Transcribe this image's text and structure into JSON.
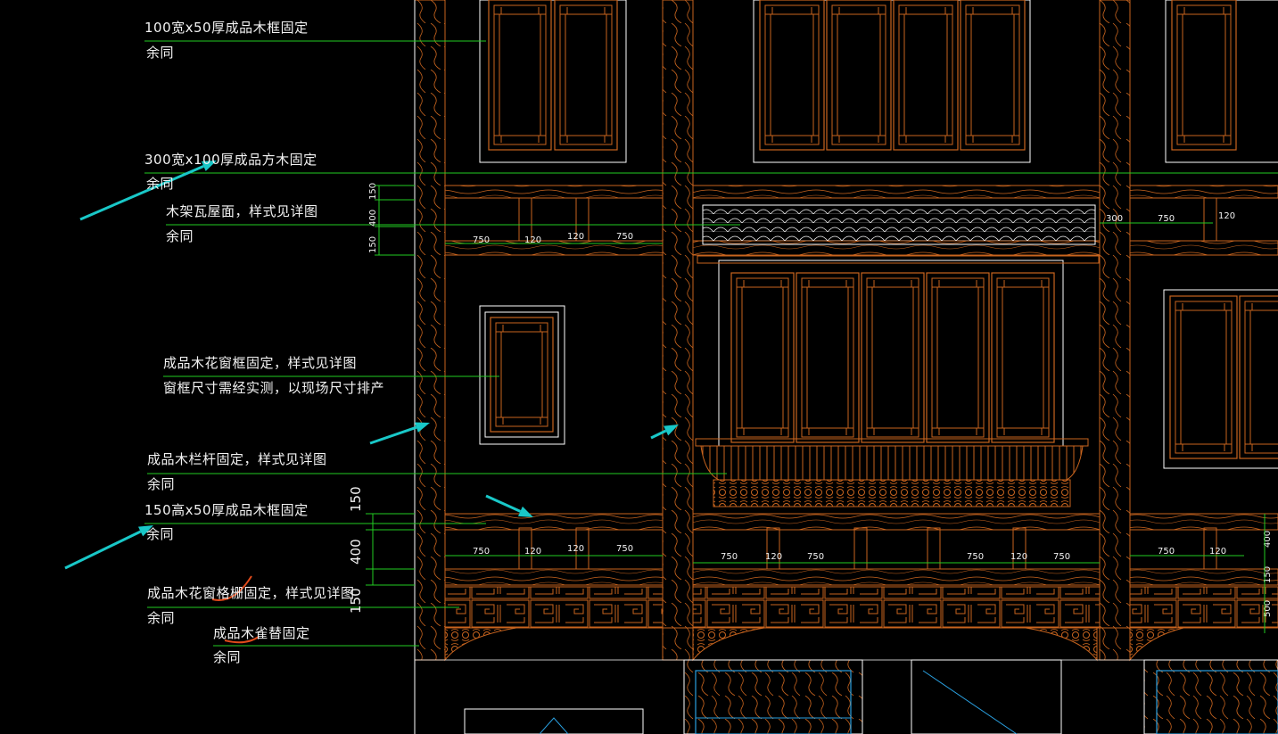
{
  "annotations": [
    {
      "id": "a1",
      "line1": "100宽x50厚成品木框固定",
      "line2": "余同"
    },
    {
      "id": "a2",
      "line1": "300宽x100厚成品方木固定",
      "line2": "余同"
    },
    {
      "id": "a3",
      "line1": "木架瓦屋面，样式见详图",
      "line2": "余同"
    },
    {
      "id": "a4",
      "line1": "成品木花窗框固定，样式见详图",
      "line2": "窗框尺寸需经实测，以现场尺寸排产"
    },
    {
      "id": "a5",
      "line1": "成品木栏杆固定，样式见详图",
      "line2": "余同"
    },
    {
      "id": "a6",
      "line1": "150高x50厚成品木框固定",
      "line2": "余同"
    },
    {
      "id": "a7",
      "line1": "成品木花窗格栅固定，样式见详图",
      "line2": "余同"
    },
    {
      "id": "a8",
      "line1": "成品木雀替固定",
      "line2": "余同"
    }
  ],
  "dimensions": {
    "upper_horizontal_left": [
      "750",
      "120",
      "120",
      "750"
    ],
    "upper_horizontal_right": [
      "300",
      "750",
      "120"
    ],
    "upper_vertical": [
      "150",
      "400",
      "150"
    ],
    "lower_horizontal_left": [
      "750",
      "120",
      "120",
      "750"
    ],
    "lower_horizontal_mid": [
      "750",
      "120",
      "750",
      "750",
      "120",
      "750"
    ],
    "lower_horizontal_right": [
      "750",
      "120"
    ],
    "lower_vertical_left": [
      "150",
      "400",
      "150"
    ],
    "lower_vertical_right": [
      "400",
      "150",
      "500"
    ]
  },
  "colors": {
    "background": "#000000",
    "structure": "#c8641e",
    "leader": "#22cc22",
    "text": "#f2f2f2",
    "arrow": "#19c8c8",
    "outline": "#ffffff",
    "lower_window": "#2aa0e0"
  }
}
